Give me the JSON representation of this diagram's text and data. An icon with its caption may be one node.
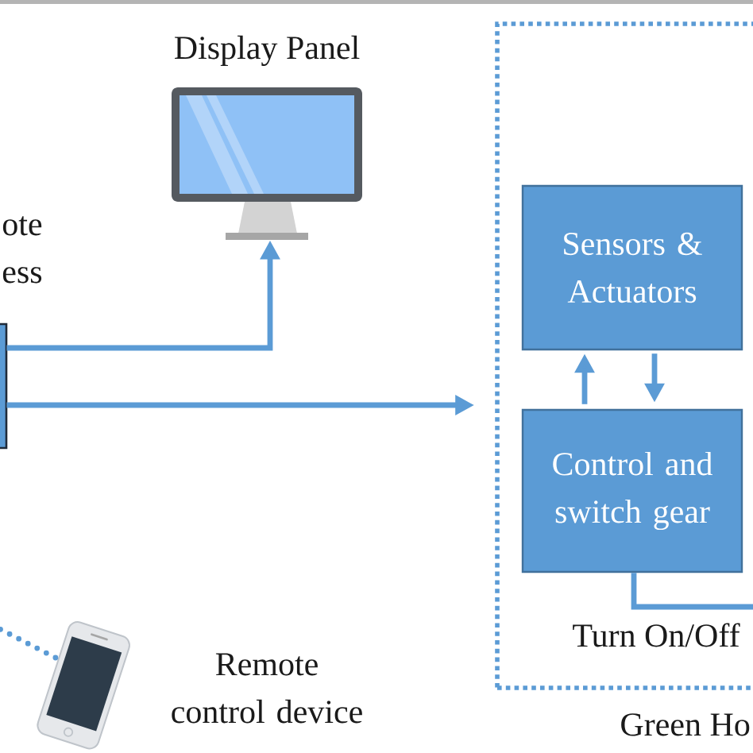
{
  "diagram": {
    "nodes": [
      {
        "text": [],
        "shape": "picture",
        "beside": [
          "Display Panel"
        ]
      },
      {
        "text": [
          "ote ess"
        ]
      },
      {
        "text": [
          "Green Ho"
        ]
      },
      {
        "text": [
          "Sensors & Actuators"
        ],
        "in": 2
      },
      {
        "text": [
          "Control and switch gear"
        ],
        "in": 2
      },
      {
        "text": [],
        "shape": "picture",
        "beside": [
          "Remote control device"
        ]
      }
    ],
    "edges": [
      {
        "from": 1,
        "to": 0,
        "arrow": "to"
      },
      {
        "from": 1,
        "to": 2,
        "arrow": "to"
      },
      {
        "from": 4,
        "to": 3,
        "arrow": "to"
      },
      {
        "from": 3,
        "to": 4,
        "arrow": "to"
      },
      {
        "from": 4,
        "to": null,
        "arrow": "none",
        "label": "Turn On/Off"
      },
      {
        "from": 5,
        "to": null,
        "arrow": "none",
        "style": "dashed"
      }
    ]
  }
}
